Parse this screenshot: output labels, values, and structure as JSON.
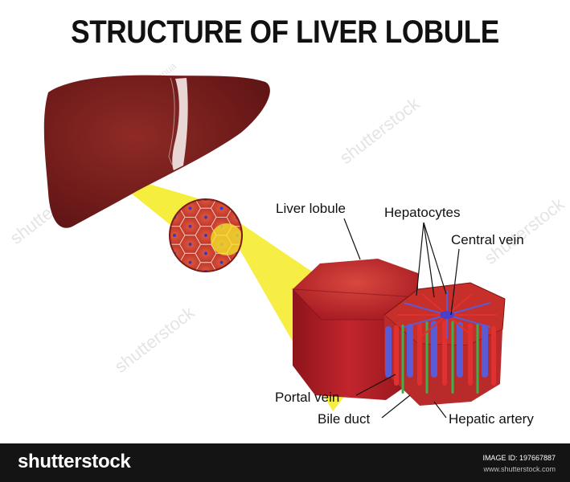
{
  "title": "STRUCTURE OF LIVER LOBULE",
  "labels": {
    "liver_lobule": "Liver lobule",
    "hepatocytes": "Hepatocytes",
    "central_vein": "Central vein",
    "portal_vein": "Portal vein",
    "bile_duct": "Bile duct",
    "hepatic_artery": "Hepatic artery"
  },
  "watermarks": {
    "brand": "shutterstock",
    "author": "Designua"
  },
  "footer": {
    "logo": "shutterstock",
    "image_id": "IMAGE ID: 197667887",
    "url": "www.shutterstock.com"
  },
  "colors": {
    "liver": "#7a1e1e",
    "lobule": "#b8232b",
    "highlight_beam": "#f5ec2a",
    "portal_vein": "#5b5bd6",
    "bile_duct": "#3ab34a",
    "hepatic_artery": "#e0302f",
    "footer_bg": "#141414"
  }
}
